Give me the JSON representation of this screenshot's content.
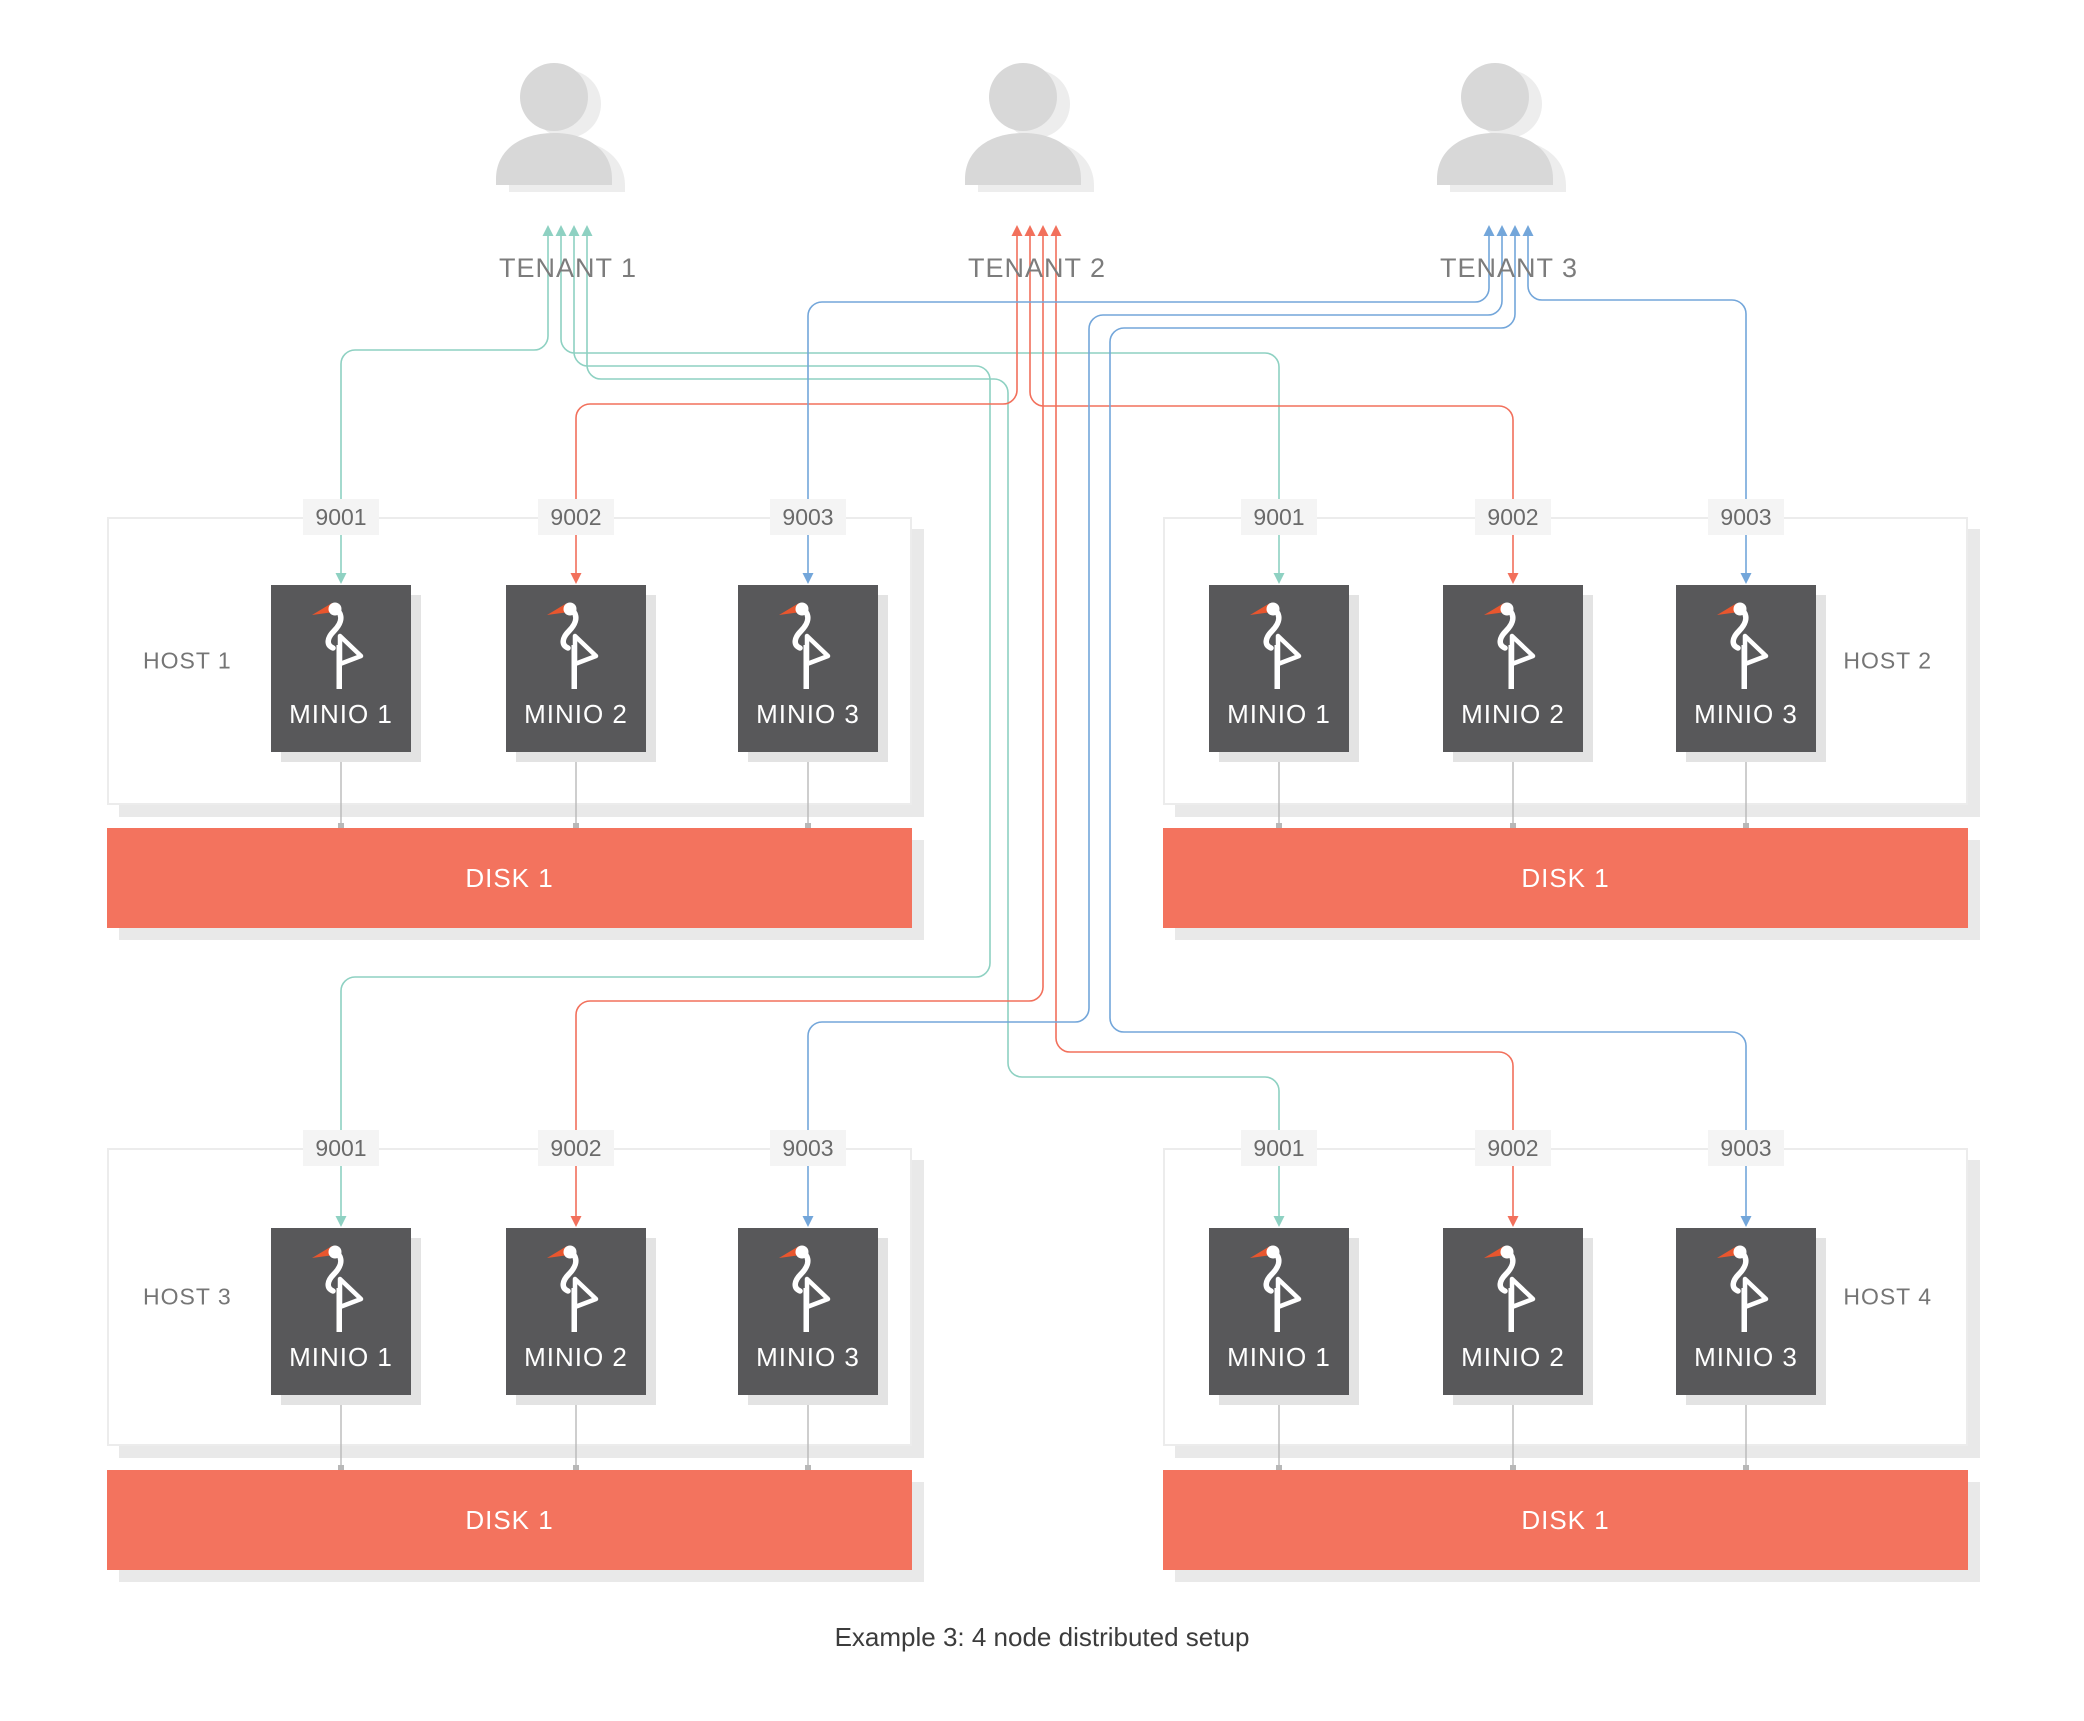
{
  "caption": "Example 3: 4 node distributed setup",
  "tenants": [
    {
      "label": "TENANT 1",
      "color": "#8ed1c2"
    },
    {
      "label": "TENANT 2",
      "color": "#f2705c"
    },
    {
      "label": "TENANT 3",
      "color": "#73a6da"
    }
  ],
  "hosts": [
    {
      "label": "HOST 1",
      "label_side": "left",
      "ports": [
        "9001",
        "9002",
        "9003"
      ],
      "nodes": [
        "MINIO 1",
        "MINIO 2",
        "MINIO 3"
      ],
      "disk_label": "DISK 1"
    },
    {
      "label": "HOST 2",
      "label_side": "right",
      "ports": [
        "9001",
        "9002",
        "9003"
      ],
      "nodes": [
        "MINIO 1",
        "MINIO 2",
        "MINIO 3"
      ],
      "disk_label": "DISK 1"
    },
    {
      "label": "HOST 3",
      "label_side": "left",
      "ports": [
        "9001",
        "9002",
        "9003"
      ],
      "nodes": [
        "MINIO 1",
        "MINIO 2",
        "MINIO 3"
      ],
      "disk_label": "DISK 1"
    },
    {
      "label": "HOST 4",
      "label_side": "right",
      "ports": [
        "9001",
        "9002",
        "9003"
      ],
      "nodes": [
        "MINIO 1",
        "MINIO 2",
        "MINIO 3"
      ],
      "disk_label": "DISK 1"
    }
  ],
  "connections": [
    {
      "tenant": 0,
      "host": 0,
      "port": "9001"
    },
    {
      "tenant": 0,
      "host": 1,
      "port": "9001"
    },
    {
      "tenant": 0,
      "host": 2,
      "port": "9001"
    },
    {
      "tenant": 0,
      "host": 3,
      "port": "9001"
    },
    {
      "tenant": 1,
      "host": 0,
      "port": "9002"
    },
    {
      "tenant": 1,
      "host": 1,
      "port": "9002"
    },
    {
      "tenant": 1,
      "host": 2,
      "port": "9002"
    },
    {
      "tenant": 1,
      "host": 3,
      "port": "9002"
    },
    {
      "tenant": 2,
      "host": 0,
      "port": "9003"
    },
    {
      "tenant": 2,
      "host": 1,
      "port": "9003"
    },
    {
      "tenant": 2,
      "host": 2,
      "port": "9003"
    },
    {
      "tenant": 2,
      "host": 3,
      "port": "9003"
    }
  ],
  "colors": {
    "disk": "#f3735e",
    "minio_box": "#58585a",
    "port_bg": "#f4f4f4",
    "beak": "#e8562e",
    "connector": "#b8b8b8"
  }
}
